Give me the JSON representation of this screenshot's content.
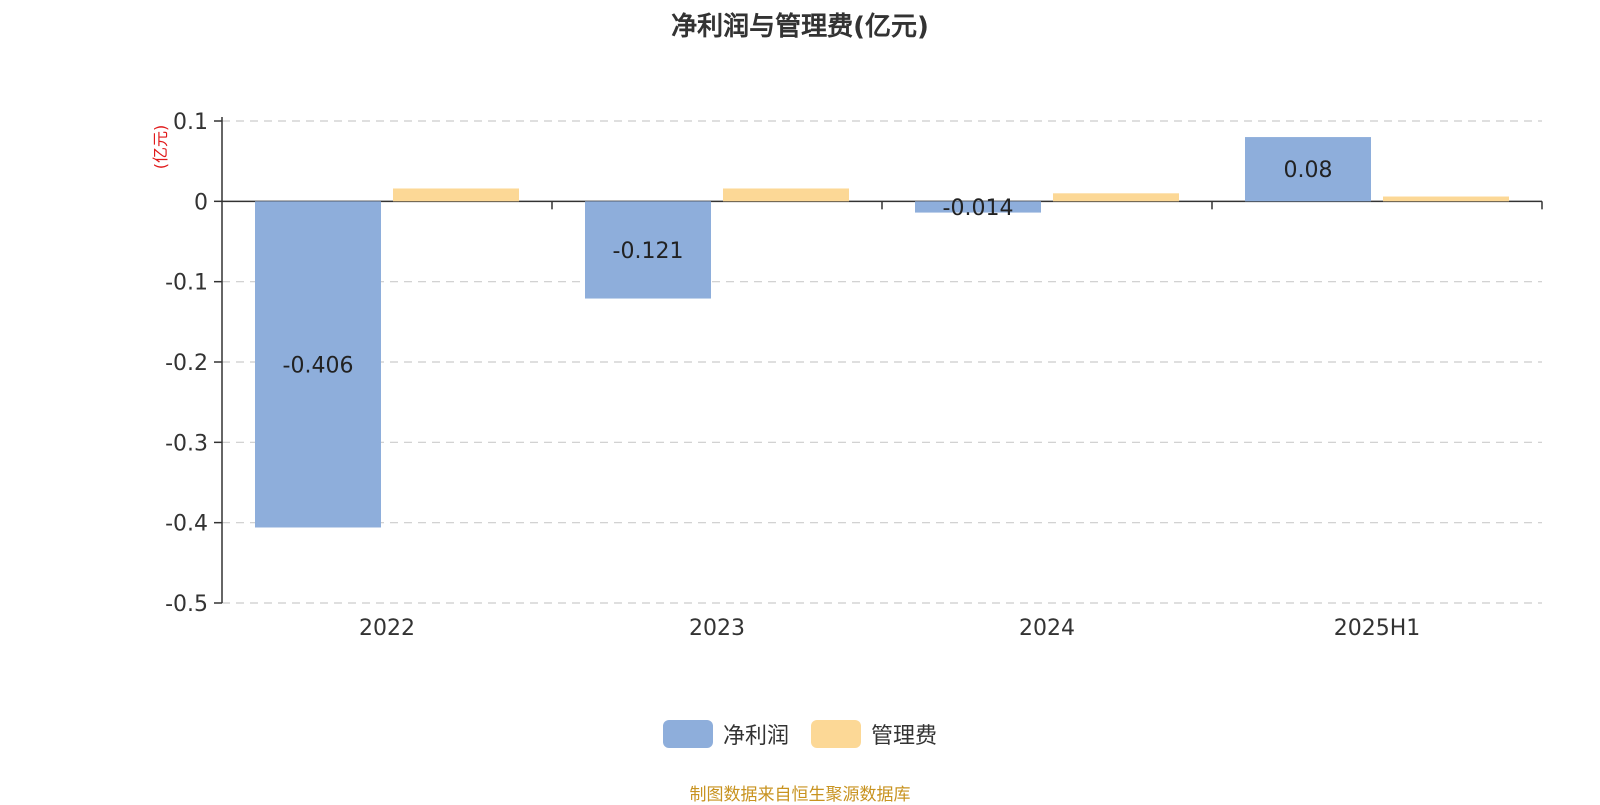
{
  "chart_data": {
    "type": "bar",
    "title": "净利润与管理费(亿元)",
    "ylabel": "(亿元)",
    "categories": [
      "2022",
      "2023",
      "2024",
      "2025H1"
    ],
    "series": [
      {
        "name": "净利润",
        "values": [
          -0.406,
          -0.121,
          -0.014,
          0.08
        ],
        "labels": [
          "-0.406",
          "-0.121",
          "-0.014",
          "0.08"
        ],
        "color": "#8eaedb"
      },
      {
        "name": "管理费",
        "values": [
          0.016,
          0.016,
          0.01,
          0.006
        ],
        "color": "#fcd896"
      }
    ],
    "ylim": [
      -0.5,
      0.1
    ],
    "yticks": [
      "0.1",
      "0",
      "-0.1",
      "-0.2",
      "-0.3",
      "-0.4",
      "-0.5"
    ],
    "grid": true,
    "legend_position": "bottom"
  },
  "source_note": "制图数据来自恒生聚源数据库"
}
